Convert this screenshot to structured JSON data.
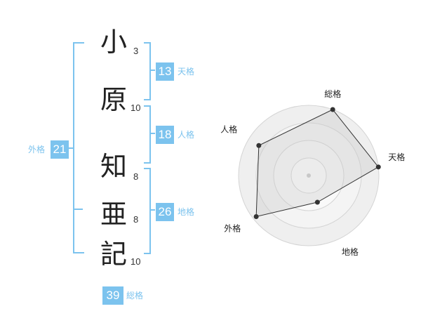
{
  "name": {
    "chars": [
      {
        "char": "小",
        "strokes": "3"
      },
      {
        "char": "原",
        "strokes": "10"
      },
      {
        "char": "知",
        "strokes": "8"
      },
      {
        "char": "亜",
        "strokes": "8"
      },
      {
        "char": "記",
        "strokes": "10"
      }
    ]
  },
  "fortunes": {
    "tenkaku": {
      "value": "13",
      "label": "天格"
    },
    "jinkaku": {
      "value": "18",
      "label": "人格"
    },
    "chikaku": {
      "value": "26",
      "label": "地格"
    },
    "gaikaku": {
      "value": "21",
      "label": "外格"
    },
    "soukaku": {
      "value": "39",
      "label": "総格"
    }
  },
  "colors": {
    "accent": "#7cc3ee",
    "text": "#222222"
  },
  "chart_data": {
    "type": "radar",
    "axes": [
      "総格",
      "天格",
      "地格",
      "外格",
      "人格"
    ],
    "rings": 4,
    "values": [
      1.0,
      1.0,
      0.4,
      0.95,
      0.83
    ],
    "max": 1.0
  }
}
